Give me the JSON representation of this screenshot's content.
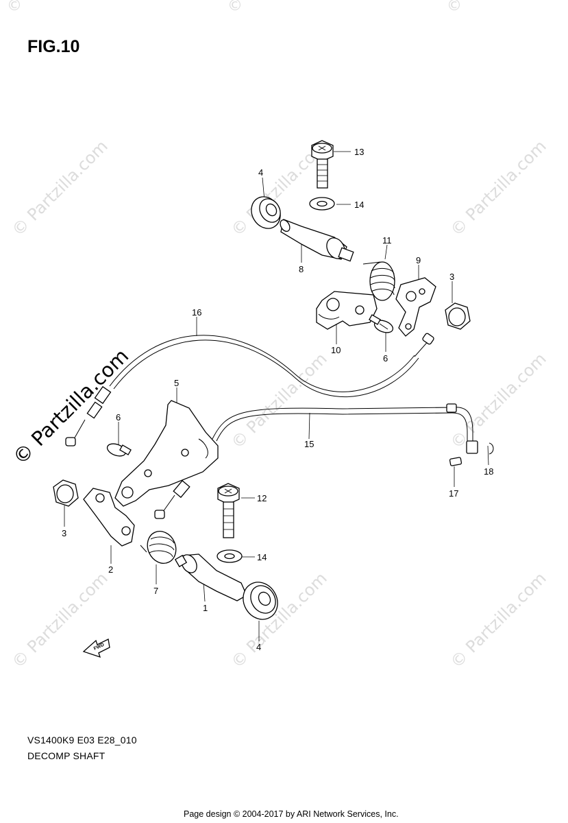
{
  "figure": {
    "title": "FIG.10",
    "code": "VS1400K9 E03 E28_010",
    "name": "DECOMP SHAFT",
    "credit": "Page design © 2004-2017 by ARI Network Services, Inc."
  },
  "watermark": {
    "text": "© Partzilla.com",
    "corner_mark": "©"
  },
  "fwd_badge": "FWD",
  "callouts": [
    "1",
    "2",
    "3",
    "3",
    "4",
    "4",
    "5",
    "6",
    "6",
    "7",
    "8",
    "9",
    "10",
    "11",
    "12",
    "13",
    "14",
    "14",
    "15",
    "16",
    "17",
    "18"
  ]
}
